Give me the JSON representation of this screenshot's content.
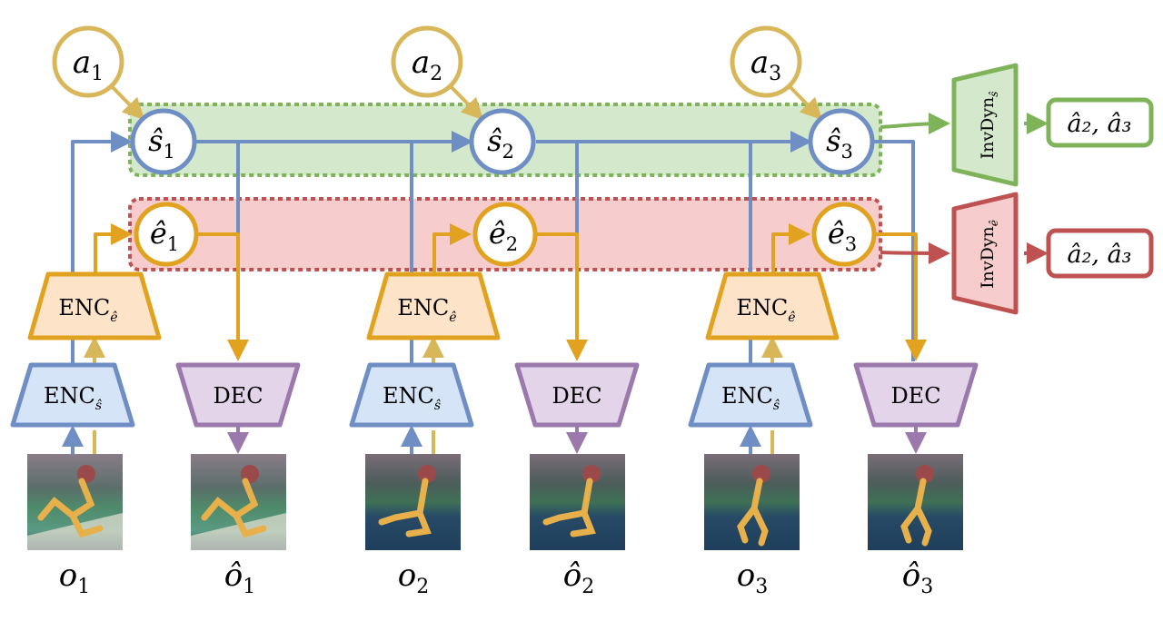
{
  "actions": [
    {
      "base": "a",
      "sub": "1"
    },
    {
      "base": "a",
      "sub": "2"
    },
    {
      "base": "a",
      "sub": "3"
    }
  ],
  "state_nodes": [
    {
      "base": "ŝ",
      "sub": "1"
    },
    {
      "base": "ŝ",
      "sub": "2"
    },
    {
      "base": "ŝ",
      "sub": "3"
    }
  ],
  "exo_nodes": [
    {
      "base": "ê",
      "sub": "1"
    },
    {
      "base": "ê",
      "sub": "2"
    },
    {
      "base": "ê",
      "sub": "3"
    }
  ],
  "enc_e": {
    "label": "ENC",
    "sub": "ê"
  },
  "enc_s": {
    "label": "ENC",
    "sub": "ŝ"
  },
  "dec": {
    "label": "DEC"
  },
  "observations": [
    {
      "base": "o",
      "sub": "1"
    },
    {
      "base": "o",
      "sub": "2"
    },
    {
      "base": "o",
      "sub": "3"
    }
  ],
  "reconstructions": [
    {
      "base": "ô",
      "sub": "1"
    },
    {
      "base": "ô",
      "sub": "2"
    },
    {
      "base": "ô",
      "sub": "3"
    }
  ],
  "invdyn_s": {
    "label": "InvDyn",
    "sub": "ŝ"
  },
  "invdyn_e": {
    "label": "InvDyn",
    "sub": "ê"
  },
  "output_s": "â₂, â₃",
  "output_e": "â₂, â₃",
  "colors": {
    "blue": "#6f8fc4",
    "blue_fill": "#d6e4f7",
    "orange": "#e0a21f",
    "orange_fill": "#fde3c8",
    "gold": "#d8b75a",
    "purple": "#9b79ad",
    "purple_fill": "#e3d4ea",
    "green": "#7fb35a",
    "green_fill": "#d4e9cc",
    "red": "#bd5250",
    "red_fill": "#f6cccc"
  }
}
